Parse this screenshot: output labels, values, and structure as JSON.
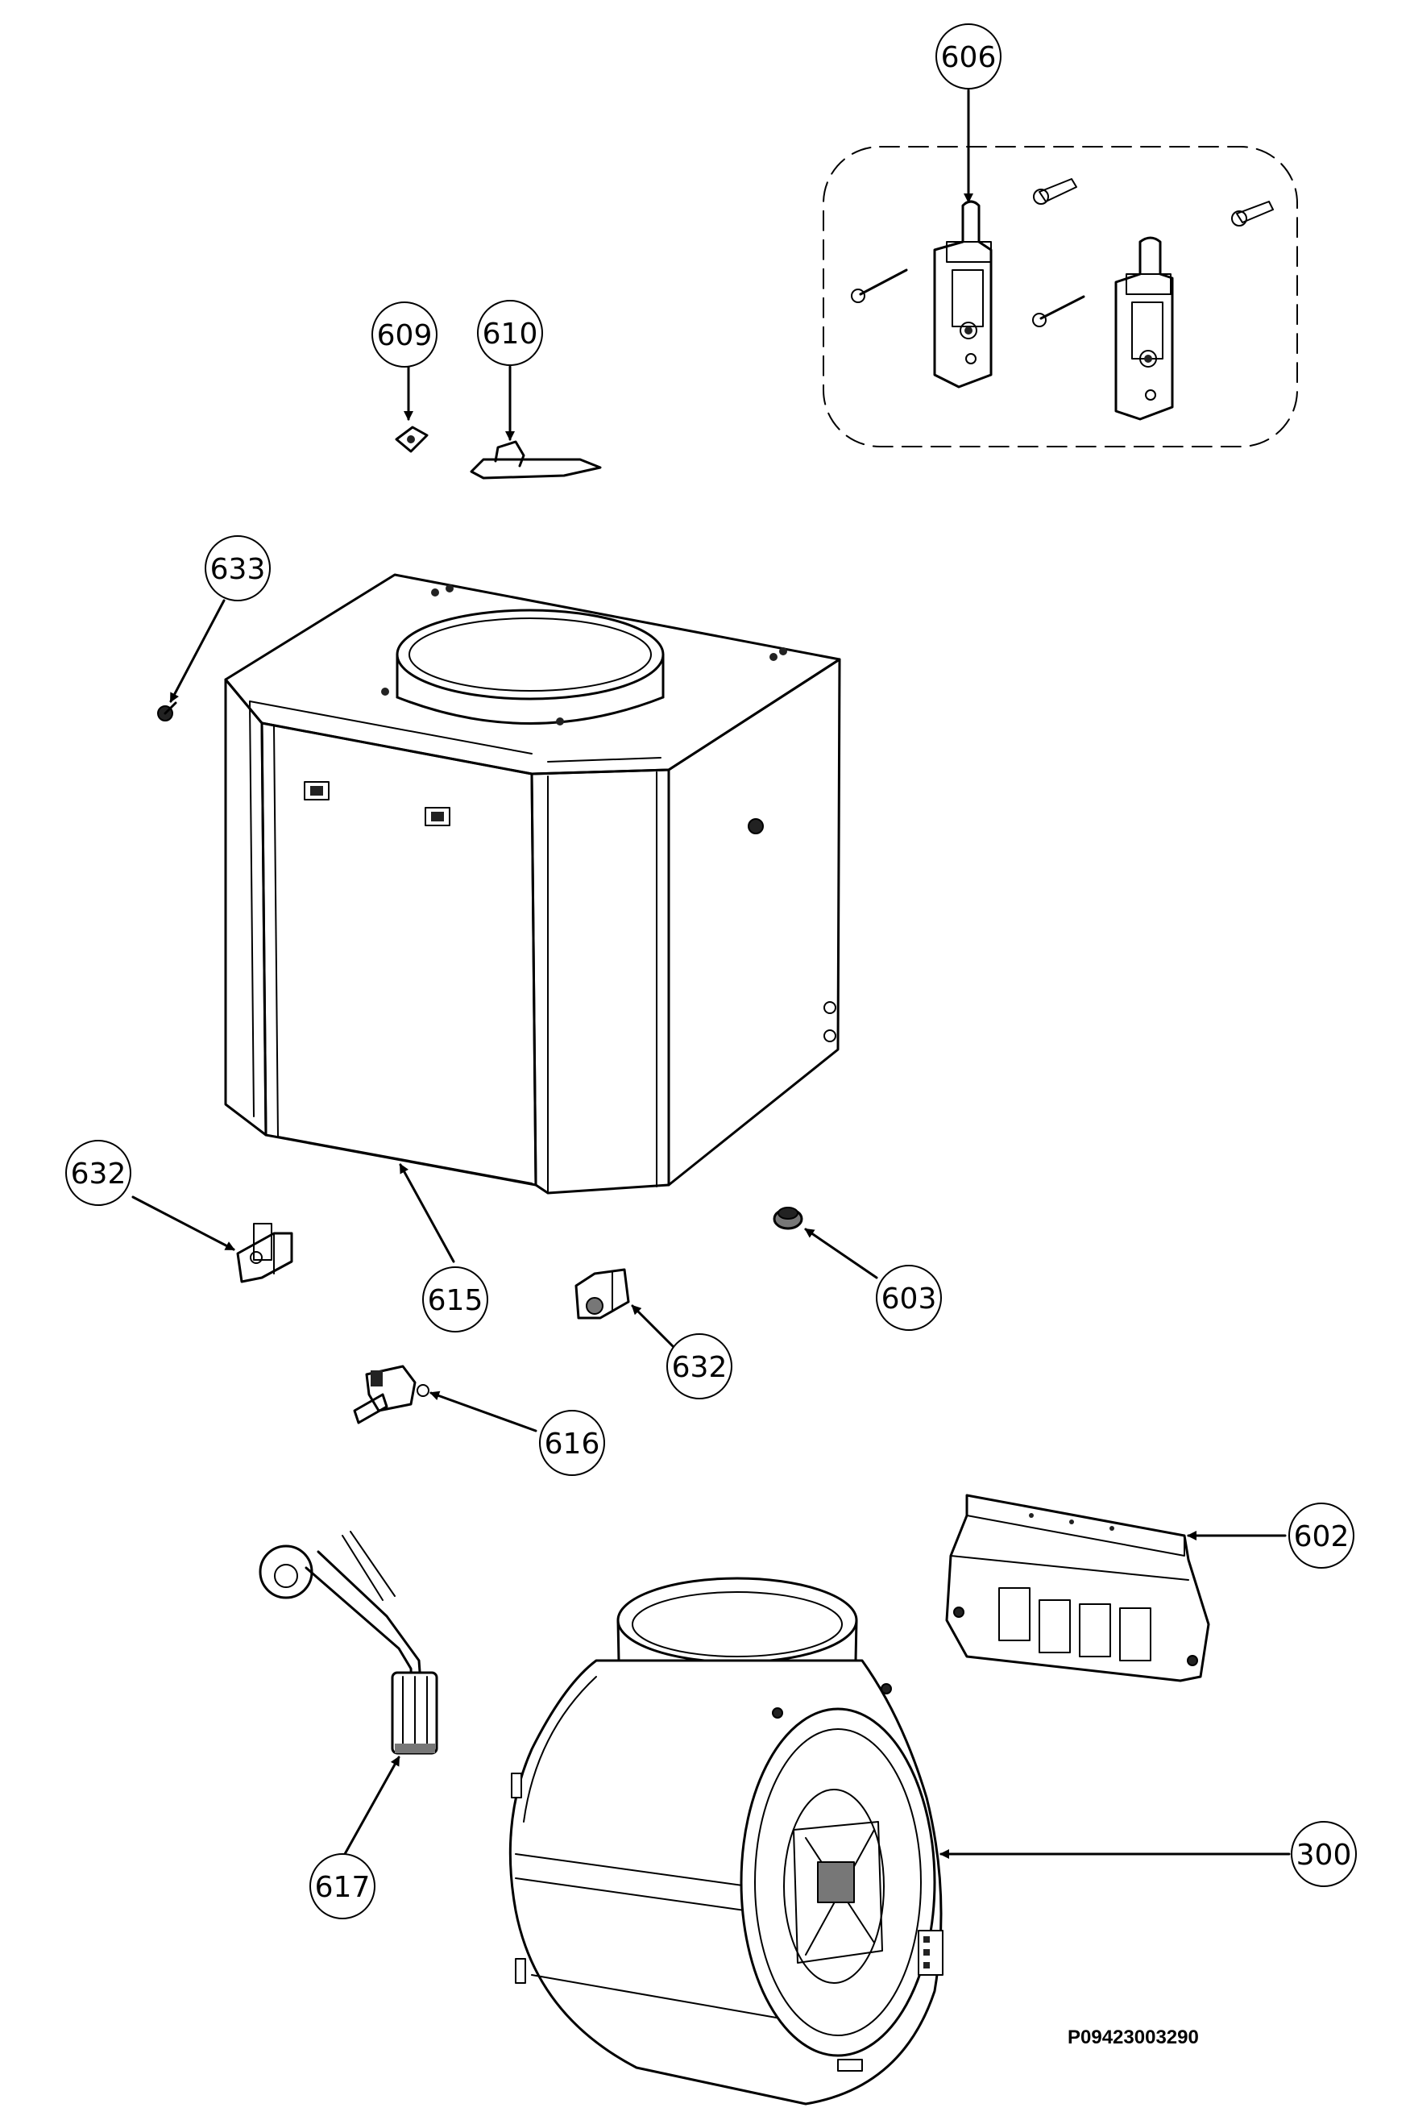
{
  "callouts": {
    "c606": "606",
    "c609": "609",
    "c610": "610",
    "c633": "633",
    "c632a": "632",
    "c615": "615",
    "c632b": "632",
    "c603": "603",
    "c616": "616",
    "c602": "602",
    "c300": "300",
    "c617": "617"
  },
  "document_id": "P09423003290"
}
